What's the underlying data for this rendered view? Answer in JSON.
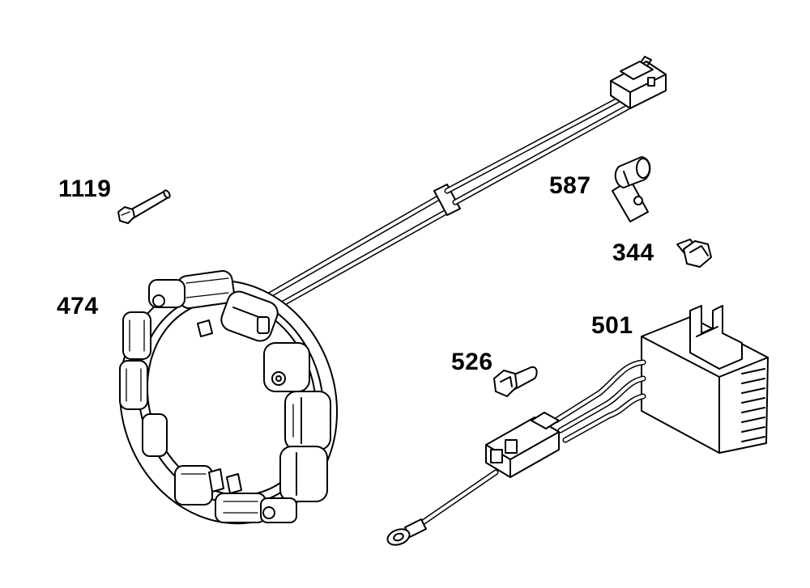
{
  "labels": {
    "part_1119": "1119",
    "part_587": "587",
    "part_344": "344",
    "part_474": "474",
    "part_501": "501",
    "part_526": "526"
  },
  "colors": {
    "line": "#000000",
    "background": "#ffffff"
  }
}
